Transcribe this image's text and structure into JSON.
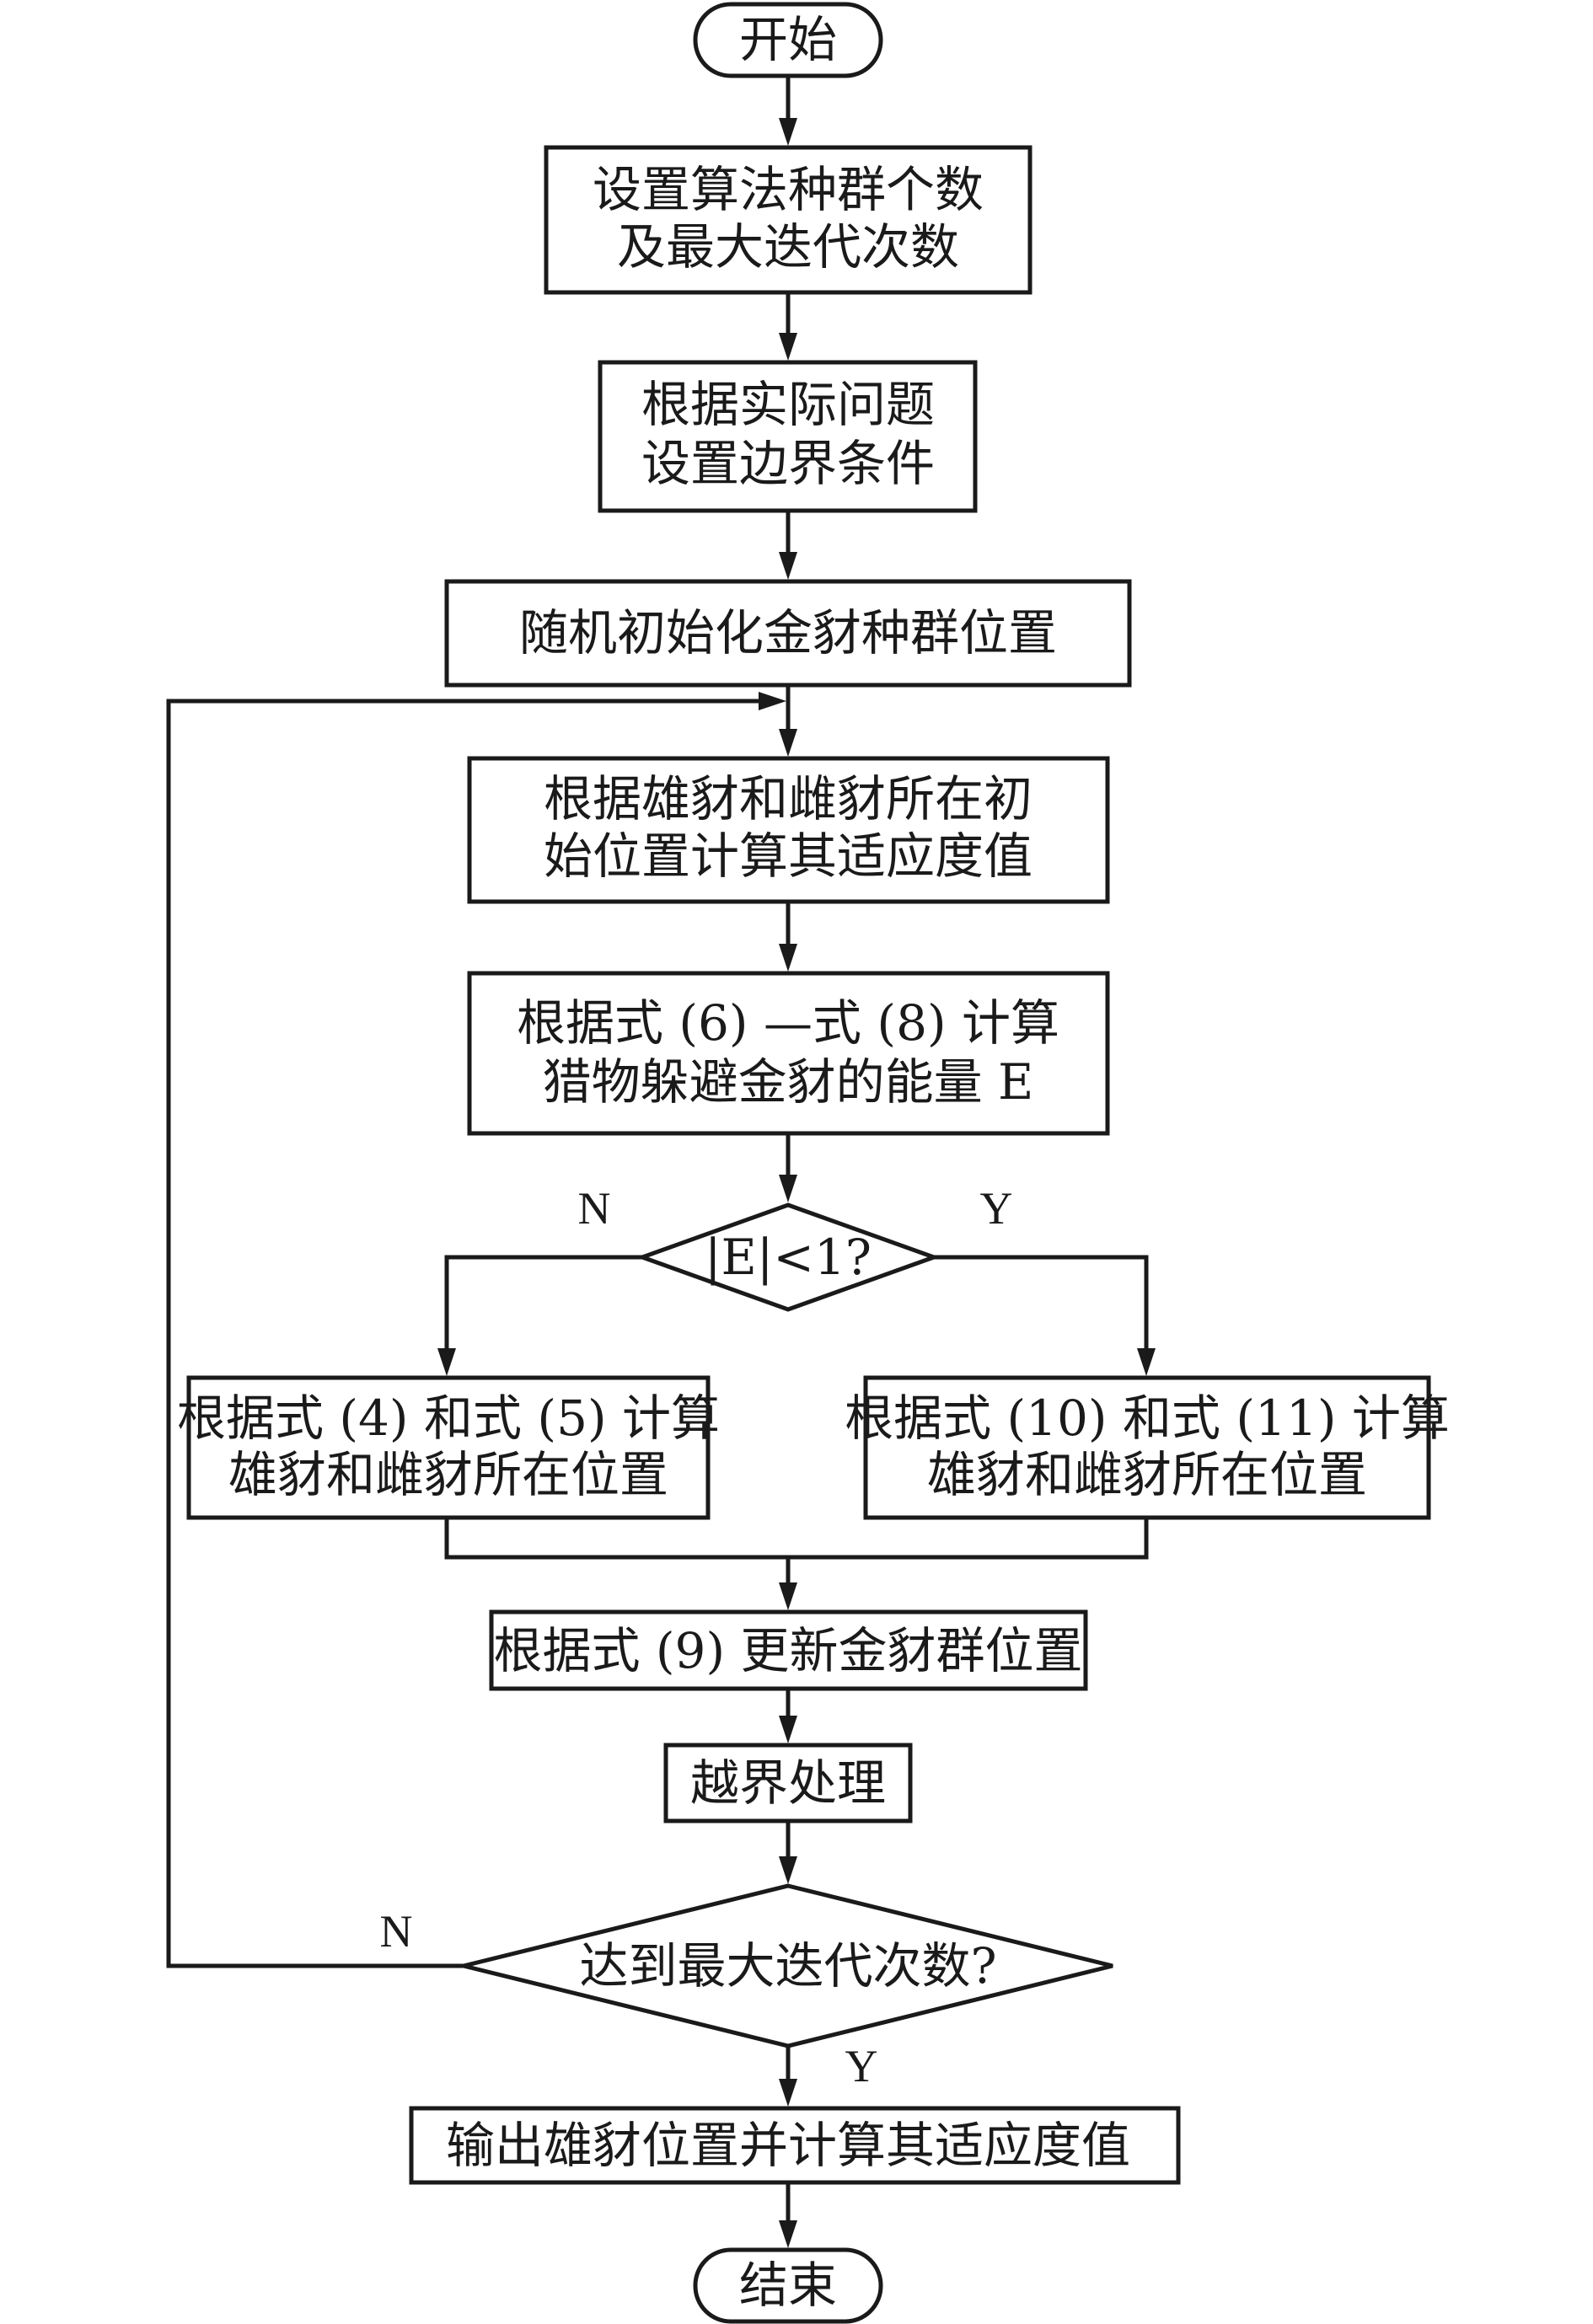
{
  "nodes": {
    "start": "开始",
    "set_population": [
      "设置算法种群个数",
      "及最大迭代次数"
    ],
    "set_bounds": [
      "根据实际问题",
      "设置边界条件"
    ],
    "init_positions": "随机初始化金豺种群位置",
    "calc_fitness": [
      "根据雄豺和雌豺所在初",
      "始位置计算其适应度值"
    ],
    "calc_energy": [
      "根据式 (6) —式 (8) 计算",
      "猎物躲避金豺的能量 E"
    ],
    "decision_energy": "|E|<1?",
    "branch_n": [
      "根据式 (4) 和式 (5) 计算",
      "雄豺和雌豺所在位置"
    ],
    "branch_y": [
      "根据式 (10) 和式 (11) 计算",
      "雄豺和雌豺所在位置"
    ],
    "update_positions": "根据式 (9) 更新金豺群位置",
    "boundary": "越界处理",
    "decision_iter": "达到最大迭代次数?",
    "output": "输出雄豺位置并计算其适应度值",
    "end": "结束"
  },
  "edge_labels": {
    "energy_no": "N",
    "energy_yes": "Y",
    "iter_no": "N",
    "iter_yes": "Y"
  }
}
